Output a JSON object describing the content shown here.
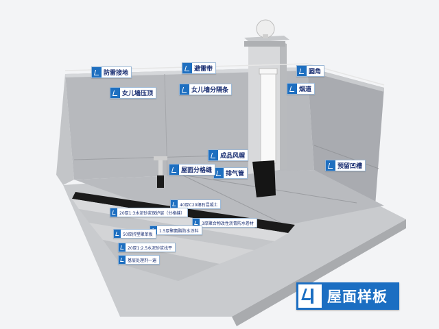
{
  "labels": {
    "lightning_ground": "防雷接地",
    "lightning_belt": "避雷带",
    "round_corner": "圆角",
    "parapet_top": "女儿墙压顶",
    "parapet_joint": "女儿墙分隔条",
    "flue": "烟道",
    "vent_cap": "成品风帽",
    "vent_pipe": "排气管",
    "roof_joint": "屋面分格缝",
    "reserved_groove": "预留凹槽",
    "c20_layer": "40厚C20细石混凝土",
    "waterproof_membrane": "3厚聚合物改性沥青防水卷材",
    "coating": "1.5厚聚氨酯防水涂料",
    "insulation": "50厚挤塑聚苯板",
    "mortar": "20厚1:2.5水泥砂浆找平",
    "base_treatment": "基层处理剂一遍",
    "tiny_layer": "20厚1:3水泥砂浆保护层（分格缝）"
  },
  "brand": {
    "title": "屋面样板"
  },
  "colors": {
    "accent": "#1b6ec2",
    "label_text": "#1a2f73"
  }
}
